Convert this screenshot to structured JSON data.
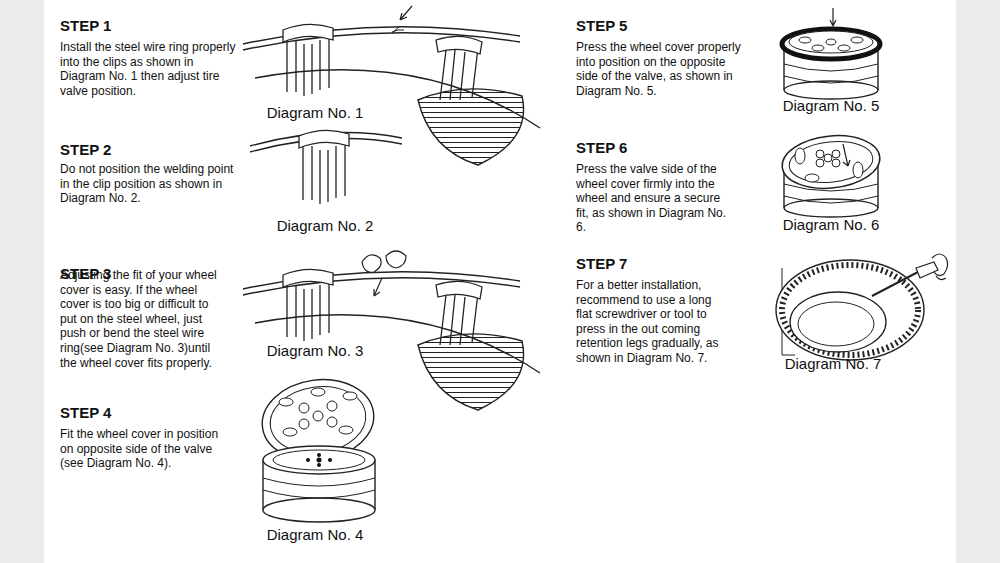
{
  "diagram": {
    "labels": [
      "STEP 1",
      "Install the steel wire ring properly into the clips as shown in Diagram No. 1 then adjust tire valve position.",
      "Diagram No. 1",
      "STEP 2",
      "Do not position the welding point in the clip position as shown in Diagram No. 2.",
      "Diagram No. 2",
      "STEP 3",
      "Adjusting the fit of your wheel cover is easy. If the wheel cover is too big or difficult to put on the steel wheel, just push or bend the steel wire ring(see Diagram No. 3)until the wheel cover fits properly.",
      "Diagram No. 3",
      "STEP 4",
      "Fit the wheel cover in position on opposite side of the valve (see Diagram No. 4).",
      "Diagram No. 4",
      "STEP 5",
      "Press the wheel cover properly into position on the opposite side of the valve, as shown in Diagram No. 5.",
      "Diagram No. 5",
      "STEP 6",
      "Press the valve side of the wheel cover firmly into the wheel and ensure a secure fit, as shown in Diagram No. 6.",
      "Diagram No. 6",
      "STEP 7",
      "For a better installation, recommend to use a long flat screwdriver or tool to press in the out coming retention legs gradually, as shown in Diagram No. 7.",
      "Diagram No. 7"
    ]
  }
}
